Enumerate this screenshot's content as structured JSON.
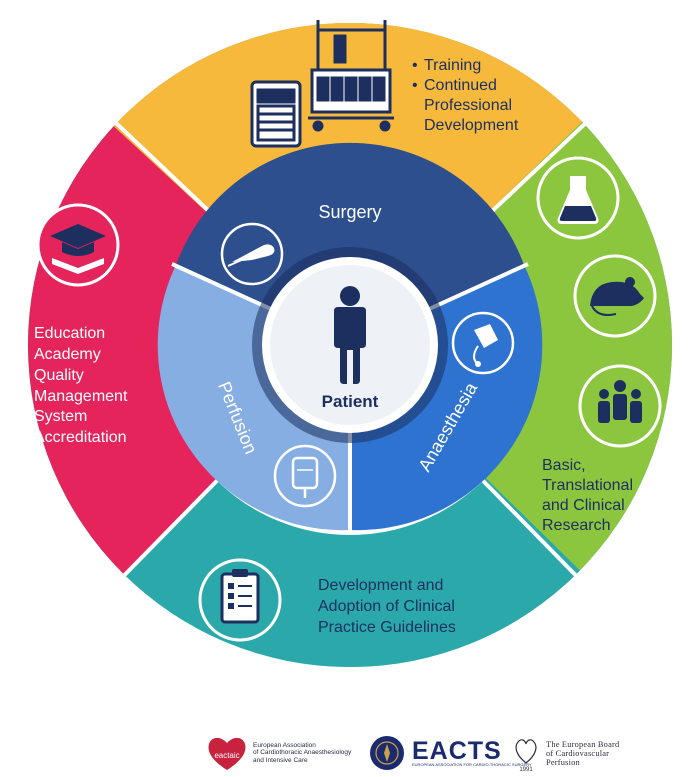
{
  "center": {
    "label": "Patient"
  },
  "inner_ring": {
    "surgery": "Surgery",
    "perfusion": "Perfusion",
    "anaesthesia": "Anaesthesia"
  },
  "outer_ring": {
    "top": {
      "items": [
        "Training",
        "Continued",
        "Professional",
        "Development"
      ]
    },
    "left": {
      "items": [
        "Education",
        "Academy",
        "Quality",
        "Management",
        "System",
        "Accreditation"
      ]
    },
    "right": {
      "lines": [
        "Basic,",
        "Translational",
        "and Clinical",
        "Research"
      ]
    },
    "bottom": {
      "lines": [
        "Development and",
        "Adoption of Clinical",
        "Practice Guidelines"
      ]
    }
  },
  "bullet": "•",
  "colors": {
    "yellow": "#f6b93b",
    "red": "#e5245b",
    "green": "#8cc63f",
    "teal": "#2ba9aa",
    "surgery": "#2d4f8e",
    "perfusion": "#86aee3",
    "anaesthesia": "#2f73d0",
    "navy": "#1c2f5f"
  },
  "icons": [
    "heart-lung-machine-icon",
    "graduation-cap-icon",
    "flask-icon",
    "mouse-icon",
    "people-group-icon",
    "clipboard-icon",
    "scalpel-hand-icon",
    "iv-bag-icon",
    "anaesthesia-mask-icon",
    "patient-figure-icon"
  ],
  "footer": {
    "eactaic": {
      "logo_word": "eactaic",
      "name_lines": [
        "European Association",
        "of Cardiothoracic Anaesthesiology",
        "and Intensive Care"
      ]
    },
    "eacts": {
      "word": "EACTS",
      "subtitle": "EUROPEAN ASSOCIATION FOR CARDIO-THORACIC SURGERY"
    },
    "ebcp": {
      "name_lines": [
        "The European Board",
        "of Cardiovascular",
        "Perfusion"
      ],
      "year": "1991"
    }
  }
}
